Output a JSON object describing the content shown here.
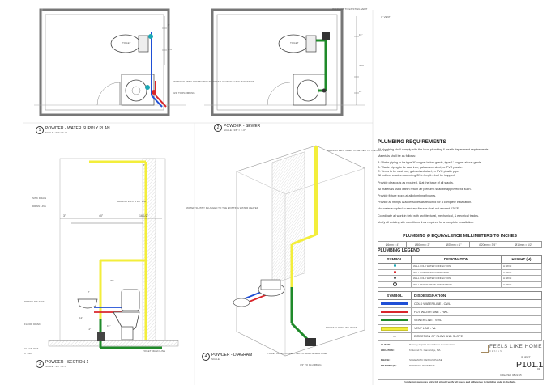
{
  "views": {
    "v1": {
      "num": "1",
      "title": "POWDER - WATER SUPPLY PLAN",
      "scale": "SCALE : 3/8\" = 1'-0\""
    },
    "v2": {
      "num": "2",
      "title": "POWDER - SEWER",
      "scale": "SCALE : 3/8\" = 1'-0\""
    },
    "v3": {
      "num": "3",
      "title": "POWDER - SECTION 1",
      "scale": "SCALE : 3/8\" = 1'-0\""
    },
    "v4": {
      "num": "4",
      "title": "POWDER - DIAGRAM",
      "scale": "SCALE"
    }
  },
  "plan_annotations": {
    "toilet": "TOILET",
    "vent_label": "3\" VENT",
    "dim_right1": "8\"",
    "dim_right2": "1'-6\"",
    "water_note": "WATER SUPPLY CONNECTED TO WATER HEATER IN THE BASEMENT",
    "floor_note": "3/4\" TO PLUMBING",
    "connect_note": "CONNECT TO EXISTING VENT",
    "dim2_a": "15\"",
    "dim2_b": "2'-6\"",
    "dim2_c": "12\""
  },
  "section_annotations": {
    "dim_40": "40\"",
    "dim_left": "3\"",
    "dim_right": "16 1/2\"",
    "dim_top": "4\"",
    "dim_mid": "30\"",
    "dim_small1": "3\"",
    "dim_small2": "15\"",
    "dim_small3": "12\"",
    "dim_small4": "11\"",
    "note_branch": "BRANCH VENT 1 1/2\" DIA",
    "note_sink": "SINK DRAIN",
    "note_drain": "DRAIN LINE",
    "note_drain2": "DRAIN LINE 3\" DIA",
    "note_floor": "FLOOR DRAIN",
    "note_toilet_drain": "TOILET DRAIN LINE",
    "note_cleanout": "CLEAN OUT",
    "note_3in": "3\" DIA"
  },
  "diagram_annotations": {
    "note_vent": "BRANCH VENT NEED TO BE TIED TO THE MAIN VENT",
    "note_supply": "WATER SUPPLY PLUGGED TO THE EXISTING WATER HEATER",
    "note_floor": "TOILET FLOOR LINE 3\" DIA",
    "note_sewer": "TOILET DRAIN CONNECTED TO MAIN SEWER LINE",
    "note_basement": "3/4\" TO PLUMBING"
  },
  "requirements": {
    "title": "PLUMBING REQUIREMENTS",
    "intro": "All plumbing shall comply with the local plumbing & health department requirements.",
    "materials_title": "Materials shall be as follows:",
    "materials": [
      "A: Water piping to be type 'K' copper below grade, type 'L' copper above grade.",
      "B: Waste piping to be cast iron, galvanized steel, or PVC plastic.",
      "C: Vents to be cast iron, galvanized steel, or PVC plastic pipe.",
      "All indirect wastes exceeding 2ft in length shall be trapped."
    ],
    "items": [
      "Provide cleanouts as required. & at the base of all stacks.",
      "All materials used within return air plenums shall be approved for such.",
      "Provide fixture stops at all plumbing fixtures.",
      "Provide all fittings & accessories as required for a complete installation.",
      "Hot water supplied to sanitary fixtures shall not exceed 120°F.",
      "Coordinate all work in field with architectural, mechanical, & electrical trades.",
      "Verify all existing site conditions & as required for a complete installation."
    ]
  },
  "conversion": {
    "title": "PLUMBING Ø EQUIVALENCE MILLIMETERS TO INCHES",
    "cells": [
      "Ø6mm = 4\"",
      "Ø50mm = 2\"",
      "Ø25mm = 1\"",
      "Ø20mm = 3/4\"",
      "Ø15mm = 1/2\""
    ]
  },
  "legend": {
    "title": "PLUMBING LEGEND",
    "headers": [
      "SYMBOL",
      "DESIGNATION",
      "HEIGHT (H)"
    ],
    "rows": [
      {
        "designation": "WALL COLD WATER CONNECTION",
        "height": "H: 18 IN"
      },
      {
        "designation": "WALL HOT WATER CONNECTION",
        "height": "H: 18 IN"
      },
      {
        "designation": "WALL COLD WATER CONNECTION",
        "height": "H: 18 IN"
      },
      {
        "designation": "WALL SEWER DRAIN CONNECTION",
        "height": "H: 18 IN"
      }
    ]
  },
  "disciplines": {
    "headers": [
      "SYMBOL",
      "DISDESIGNATION"
    ],
    "rows": [
      {
        "label": "COLD WATER LINE - CWL",
        "color": "#1f4fd6"
      },
      {
        "label": "HOT WATER LINE - HWL",
        "color": "#d9262b"
      },
      {
        "label": "SEWER LINE - SWL",
        "color": "#1f8a2a"
      },
      {
        "label": "VENT LINE - VL",
        "color": "#f3ee3b"
      },
      {
        "label": "DIRECTION OF FLOW AND SLOPE",
        "color": "#333333"
      }
    ]
  },
  "title_block": {
    "client_label": "CLIENT:",
    "client_value": "Rowney Capital / Feelshome Construction",
    "location_label": "LOCATION:",
    "location_value": "6 Hurond St. Cambridge, MA",
    "phase_label": "PHASE:",
    "phase_value": "SCHEMATIC DESIGN PHASE",
    "drawings_label": "DRAWING(S):",
    "drawings_value": "POWDER - PLUMBING",
    "brand": "FEELS LIKE HOME",
    "brand_sub": "DESIGN",
    "sheet_label": "SHEET",
    "sheet_number": "P101.1",
    "rev": "01",
    "date": "CREATED 08.22.15",
    "disclaimer": "For design purposes only. GC should verify all specs and adherence to building code in the field."
  },
  "colors": {
    "cold": "#1f4fd6",
    "hot": "#d9262b",
    "sewer": "#1f8a2a",
    "vent": "#f3ee3b",
    "brand": "#a4895f"
  }
}
